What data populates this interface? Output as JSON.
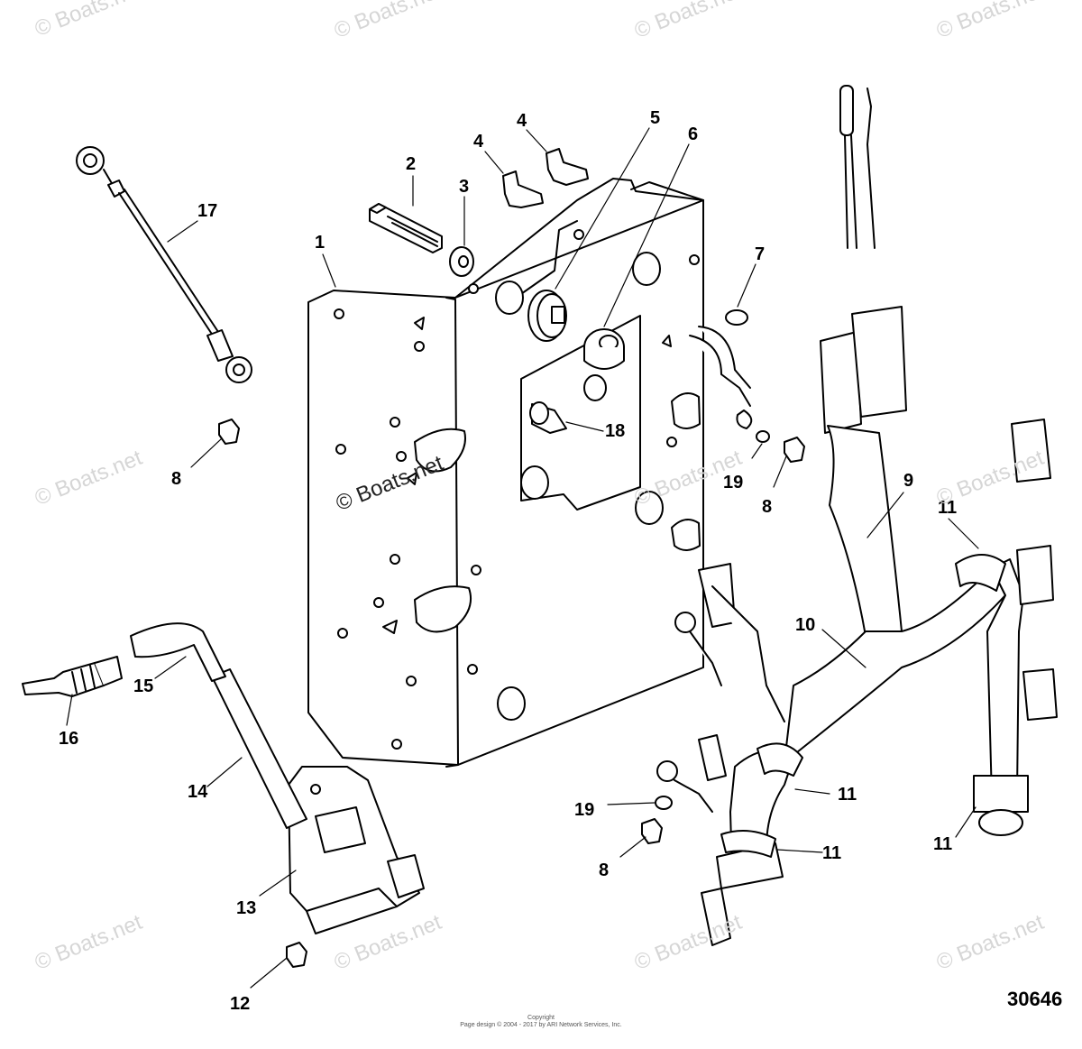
{
  "diagram": {
    "id": "30646",
    "copyright_line1": "Copyright",
    "copyright_line2": "Page design © 2004 - 2017 by ARI Network Services, Inc.",
    "watermark": "© Boats.net",
    "callouts": [
      "1",
      "2",
      "3",
      "4",
      "4",
      "5",
      "6",
      "7",
      "8",
      "8",
      "8",
      "9",
      "10",
      "11",
      "11",
      "11",
      "11",
      "12",
      "13",
      "14",
      "15",
      "16",
      "17",
      "18",
      "19",
      "19"
    ]
  }
}
